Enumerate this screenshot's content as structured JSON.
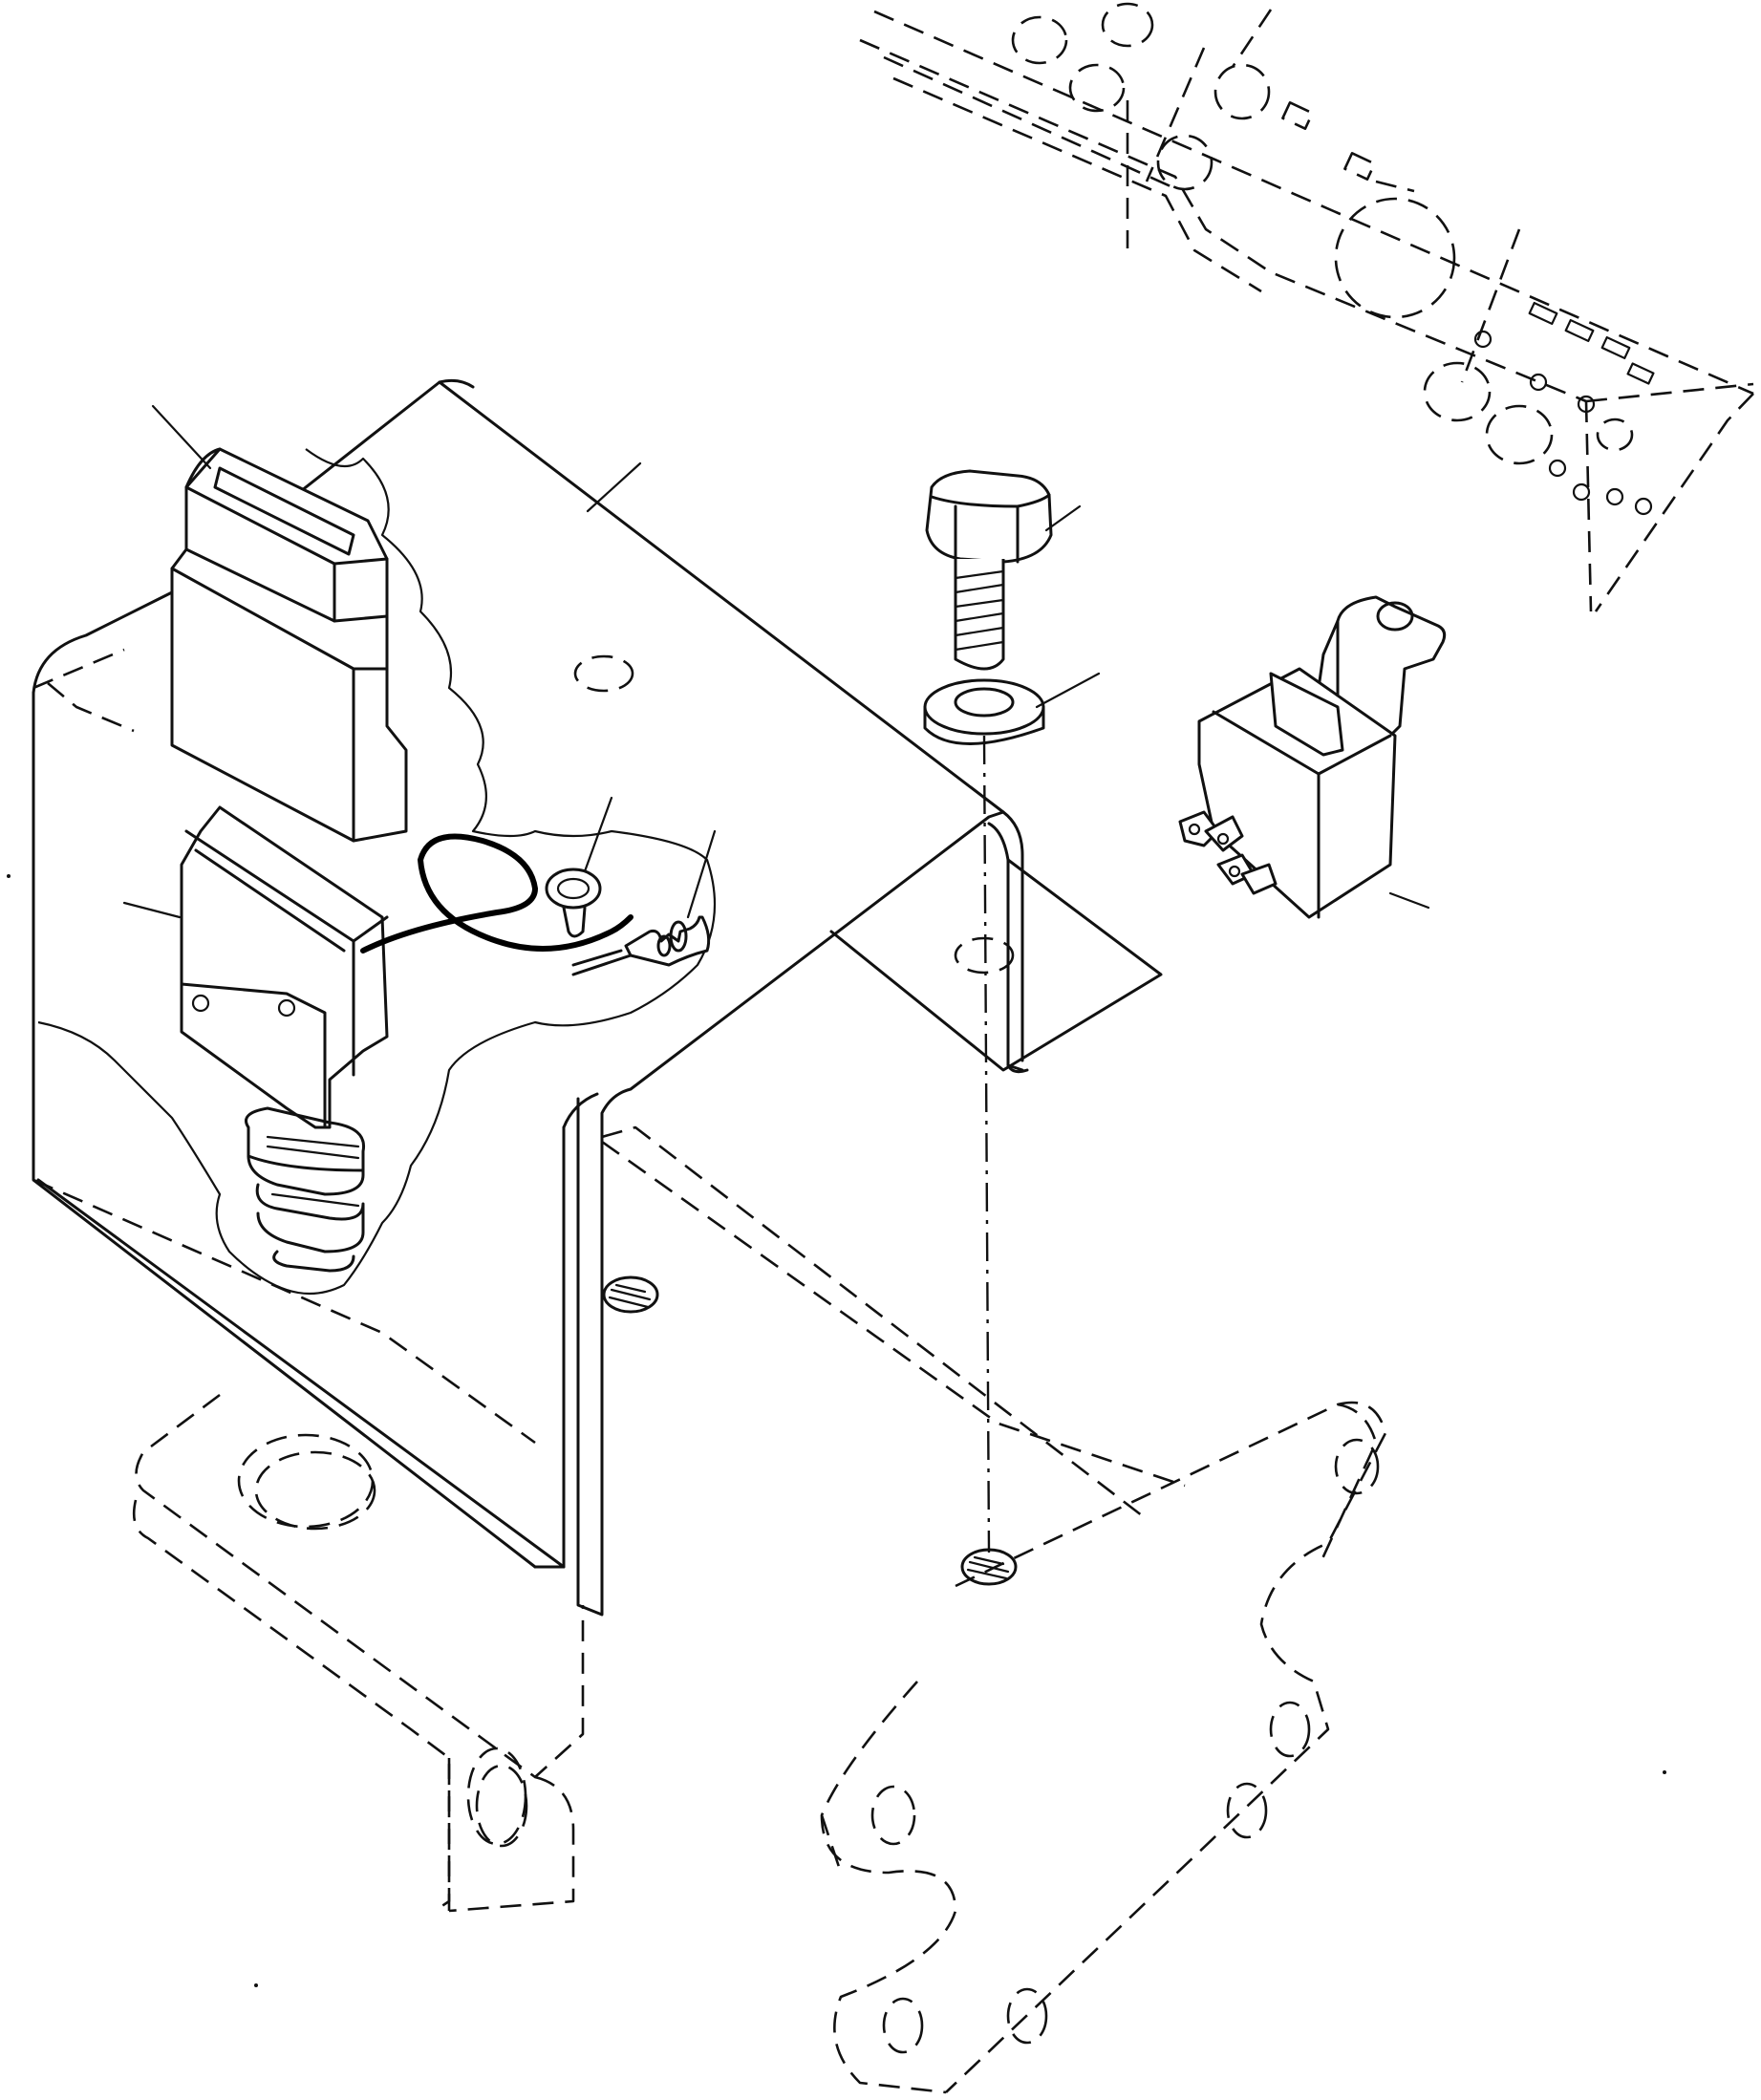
{
  "diagram": {
    "type": "exploded-parts-view",
    "callouts": [
      {
        "part": "relay-box-housing"
      },
      {
        "part": "mounting-bracket"
      },
      {
        "part": "hex-bolt"
      },
      {
        "part": "washer"
      },
      {
        "part": "ground-ring-terminal"
      },
      {
        "part": "wire-connector"
      },
      {
        "part": "switch"
      },
      {
        "part": "flasher-relay"
      }
    ]
  }
}
